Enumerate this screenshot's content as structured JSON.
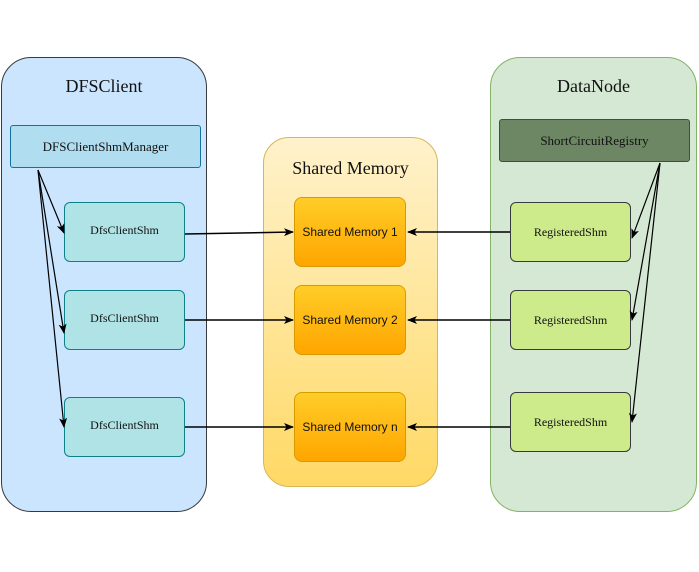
{
  "dfsclient": {
    "title": "DFSClient",
    "manager": "DFSClientShmManager",
    "shms": [
      "DfsClientShm",
      "DfsClientShm",
      "DfsClientShm"
    ]
  },
  "shared_memory": {
    "title": "Shared Memory",
    "blocks": [
      "Shared Memory 1",
      "Shared Memory 2",
      "Shared Memory n"
    ]
  },
  "datanode": {
    "title": "DataNode",
    "registry": "ShortCircuitRegistry",
    "shms": [
      "RegisteredShm",
      "RegisteredShm",
      "RegisteredShm"
    ]
  },
  "colors": {
    "client_panel": "#cce5ff",
    "shm_panel": "#fff2cc",
    "datanode_panel": "#d5e8d4",
    "memory_block": "#ffa500",
    "arrow": "#000000"
  }
}
